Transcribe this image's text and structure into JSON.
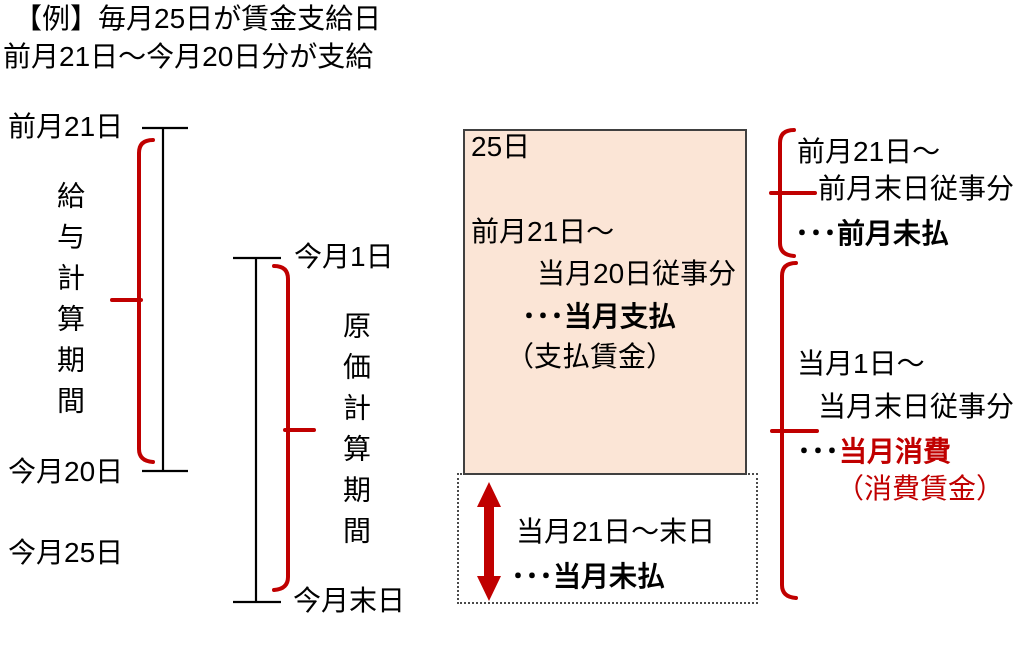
{
  "title": {
    "line1": "【例】毎月25日が賃金支給日",
    "line2": "前月21日～今月20日分が支給"
  },
  "payroll_timeline": {
    "start_label": "前月21日",
    "period_label": "給与計算期間",
    "end_label": "今月20日",
    "payday_label": "今月25日"
  },
  "cost_timeline": {
    "start_label": "今月1日",
    "period_label": "原価計算期間",
    "end_label": "今月末日"
  },
  "paid_wage_box": {
    "payday": "25日",
    "period_line1": "前月21日～",
    "period_line2": "当月20日従事分",
    "result": "･･･当月支払",
    "note": "（支払賃金）"
  },
  "unpaid_wage_box": {
    "period": "当月21日～末日",
    "result": "･･･当月未払"
  },
  "prev_month_annotation": {
    "line1": "前月21日～",
    "line2": "前月末日従事分",
    "result": "･･･前月未払"
  },
  "current_month_annotation": {
    "line1": "当月1日～",
    "line2": "当月末日従事分",
    "result_dots": "･･･",
    "result": "当月消費",
    "note": "（消費賃金）"
  },
  "colors": {
    "accent_red": "#C00000",
    "box_fill": "#FBE5D6",
    "box_border": "#404040",
    "text_black": "#000000",
    "background": "#FFFFFF"
  }
}
